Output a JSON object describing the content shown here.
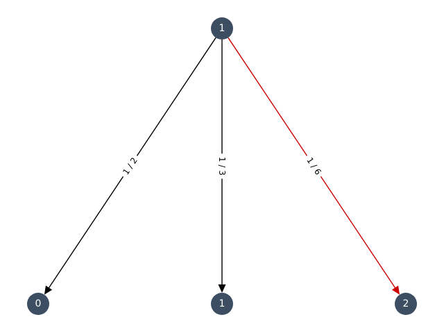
{
  "colors": {
    "node_fill": "#3d4e63",
    "node_text": "#ffffff",
    "edge_default": "#000000",
    "edge_highlight": "#cc0000"
  },
  "nodes": [
    {
      "id": "root",
      "label": "1"
    },
    {
      "id": "leaf0",
      "label": "0"
    },
    {
      "id": "leaf1",
      "label": "1"
    },
    {
      "id": "leaf2",
      "label": "2"
    }
  ],
  "edges": [
    {
      "from": "root",
      "to": "leaf0",
      "label": "1 / 2",
      "highlight": false
    },
    {
      "from": "root",
      "to": "leaf1",
      "label": "1 / 3",
      "highlight": false
    },
    {
      "from": "root",
      "to": "leaf2",
      "label": "1 / 6",
      "highlight": true
    }
  ]
}
